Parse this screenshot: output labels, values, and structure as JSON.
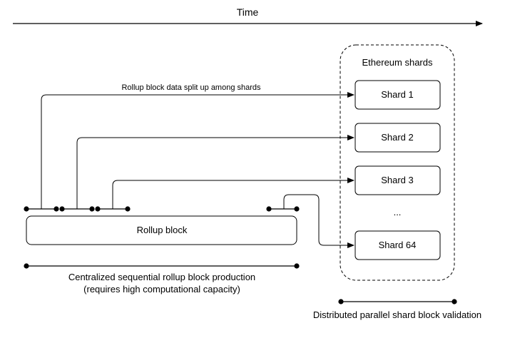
{
  "time_axis": {
    "label": "Time"
  },
  "annotations": {
    "split_label": "Rollup block data split up among shards",
    "production_line1": "Centralized sequential rollup block production",
    "production_line2": "(requires high computational capacity)",
    "validation": "Distributed parallel shard block validation"
  },
  "rollup_block": {
    "label": "Rollup block"
  },
  "shards_group": {
    "title": "Ethereum shards",
    "shards": [
      "Shard 1",
      "Shard 2",
      "Shard 3",
      "Shard 64"
    ],
    "ellipsis": "..."
  }
}
